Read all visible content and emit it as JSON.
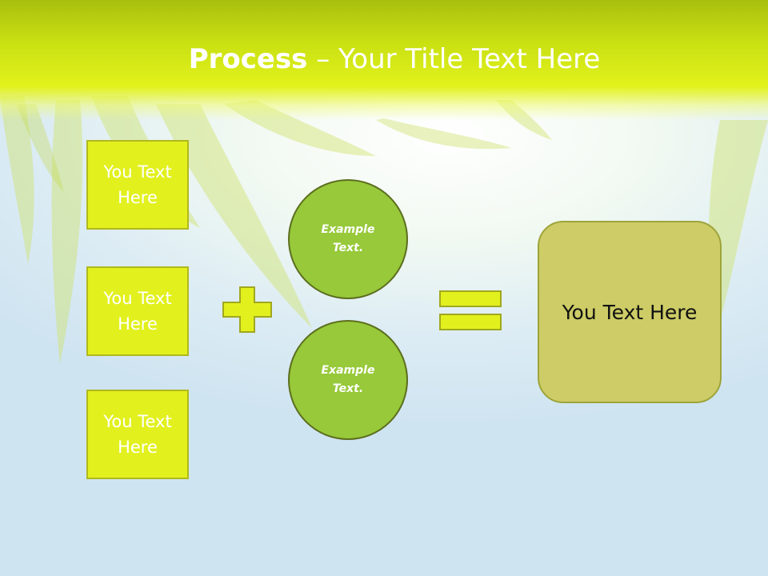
{
  "title": {
    "strong": "Process",
    "rest": " – Your Title Text Here"
  },
  "left_boxes": [
    {
      "text": "You Text Here"
    },
    {
      "text": "You Text Here"
    },
    {
      "text": "You Text Here"
    }
  ],
  "circles": [
    {
      "text": "Example Text."
    },
    {
      "text": "Example Text."
    }
  ],
  "result": {
    "text": "You Text Here"
  },
  "colors": {
    "title_band": "#c9e012",
    "box_fill": "#e2f01e",
    "circle_fill": "#97c93a",
    "result_fill": "#cdcc66"
  },
  "icons": [
    "plus-icon",
    "equals-icon"
  ]
}
